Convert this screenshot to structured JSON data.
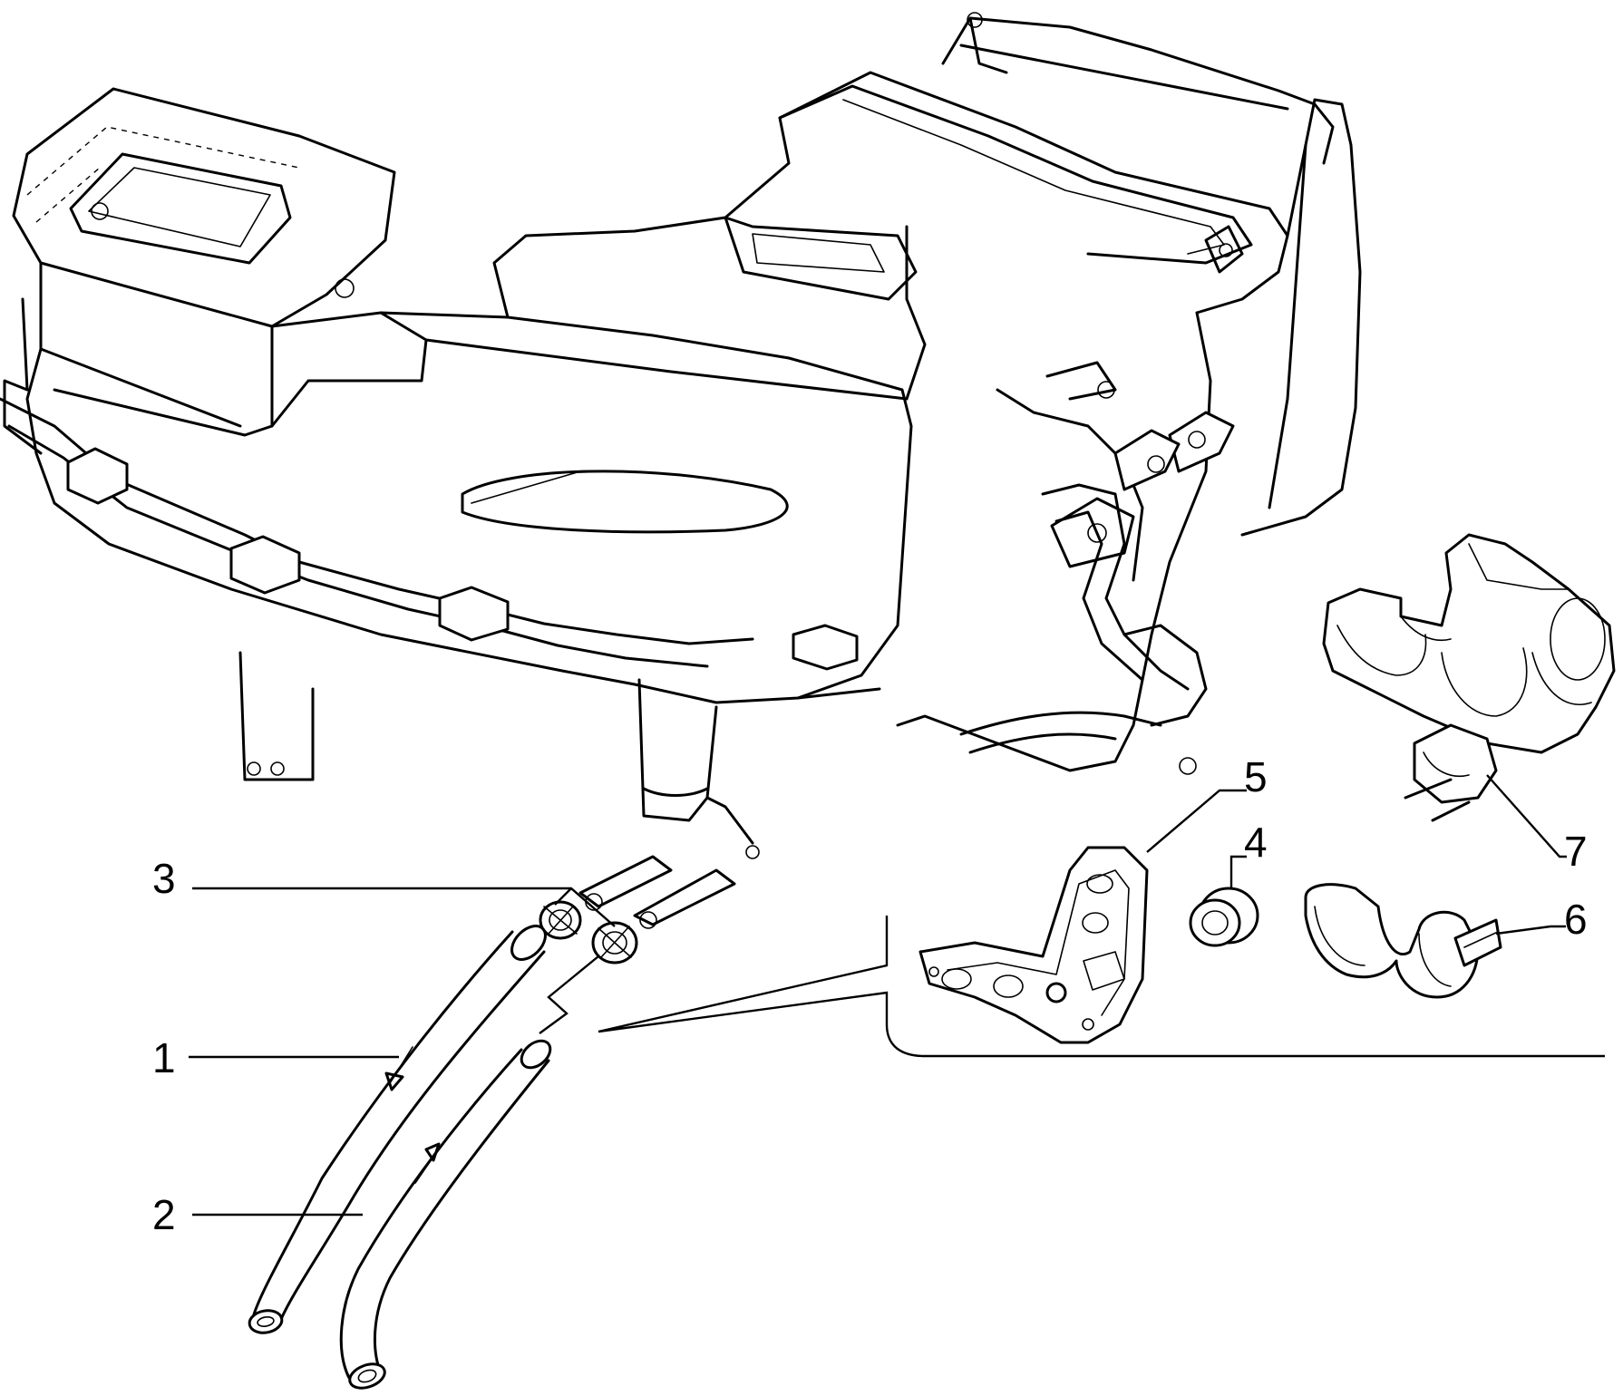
{
  "callouts": [
    {
      "id": "1",
      "text": "1"
    },
    {
      "id": "2",
      "text": "2"
    },
    {
      "id": "3",
      "text": "3"
    },
    {
      "id": "4",
      "text": "4"
    },
    {
      "id": "5",
      "text": "5"
    },
    {
      "id": "6",
      "text": "6"
    },
    {
      "id": "7",
      "text": "7"
    }
  ],
  "colors": {
    "ink": "#000000",
    "paper": "#ffffff"
  },
  "icons": [
    "heater-housing-icon",
    "hose-icon",
    "hose-clamp-icon",
    "grommet-icon",
    "mounting-bracket-icon",
    "hose-clip-icon",
    "pipe-holder-icon",
    "flow-arrow-icon"
  ]
}
